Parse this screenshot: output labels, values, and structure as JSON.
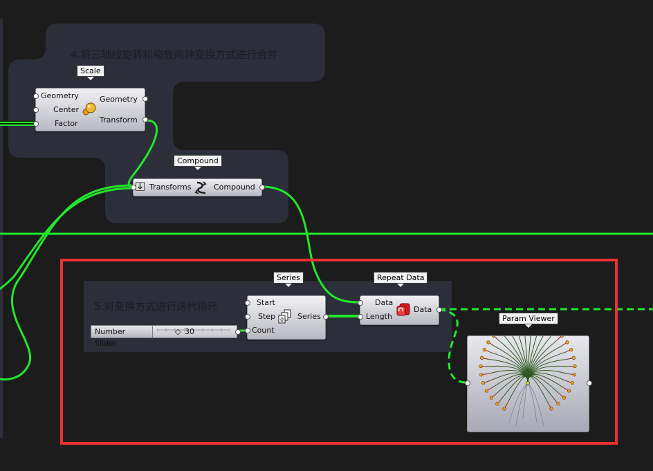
{
  "groups": {
    "transform_merge_title": "4.将三轴线旋转和缩放两种变换方式进行合并",
    "iteration_title": "5.对变换方式进行迭代循环"
  },
  "scale": {
    "tag": "Scale",
    "inputs": [
      "Geometry",
      "Center",
      "Factor"
    ],
    "outputs": [
      "Geometry",
      "Transform"
    ]
  },
  "compound": {
    "tag": "Compound",
    "input": "Transforms",
    "output": "Compound"
  },
  "series": {
    "tag": "Series",
    "inputs": [
      "Start",
      "Step",
      "Count"
    ],
    "output": "Series"
  },
  "repeat_data": {
    "tag": "Repeat Data",
    "inputs": [
      "Data",
      "Length"
    ],
    "output": "Data"
  },
  "number_slider": {
    "name": "Number Slider",
    "value": "30"
  },
  "param_viewer": {
    "tag": "Param Viewer"
  },
  "colors": {
    "canvas": "#1c1c1c",
    "group_fill": "#2c2f3a",
    "wire": "#22e82a",
    "highlight": "#ee3030"
  },
  "icons": [
    "scale-sphere-icon",
    "compound-transform-icon",
    "series-icon",
    "repeat-data-icon",
    "flatten-icon"
  ]
}
